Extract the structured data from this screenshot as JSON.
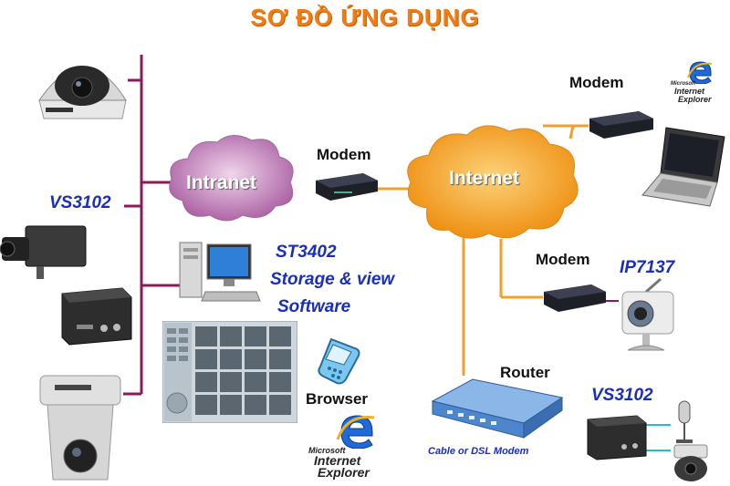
{
  "title": "SƠ ĐỒ ỨNG DỤNG",
  "labels": {
    "vs3102_left": "VS3102",
    "intranet": "Intranet",
    "modem_center": "Modem",
    "internet": "Internet",
    "modem_top_right": "Modem",
    "modem_right": "Modem",
    "ip7137": "IP7137",
    "st3402_line1": "ST3402",
    "st3402_line2": "Storage & view",
    "st3402_line3": "Software",
    "browser": "Browser",
    "router": "Router",
    "cable_dsl": "Cable or DSL Modem",
    "vs3102_right": "VS3102"
  },
  "ie_logo": {
    "microsoft": "Microsoft",
    "internet": "Internet",
    "explorer": "Explorer"
  },
  "colors": {
    "title": "#f07d14",
    "blue_text": "#1a2fb8",
    "bus_line": "#8b1a5c",
    "orange_line": "#f0a030",
    "intranet_cloud": "#c88ac0",
    "internet_cloud": "#f5a018"
  },
  "icons": [
    "dome-camera-icon",
    "box-camera-icon",
    "video-server-icon",
    "ptz-camera-icon",
    "desktop-pc-icon",
    "monitor-software-icon",
    "mobile-phone-icon",
    "ie-logo-icon",
    "modem-icon",
    "laptop-icon",
    "ip-camera-icon",
    "router-icon",
    "microphone-icon",
    "speed-dome-icon"
  ]
}
